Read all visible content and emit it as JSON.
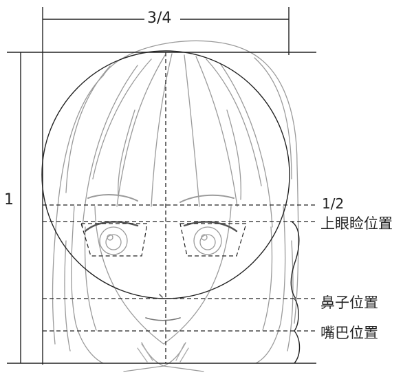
{
  "figure": {
    "width_label": "3/4",
    "height_label": "1",
    "half_label": "1/2",
    "upper_eyelid_label": "上眼睑位置",
    "nose_label": "鼻子位置",
    "mouth_label": "嘴巴位置"
  },
  "colors": {
    "line": "#222222",
    "sketch": "#9a9a9a",
    "background": "#ffffff"
  }
}
